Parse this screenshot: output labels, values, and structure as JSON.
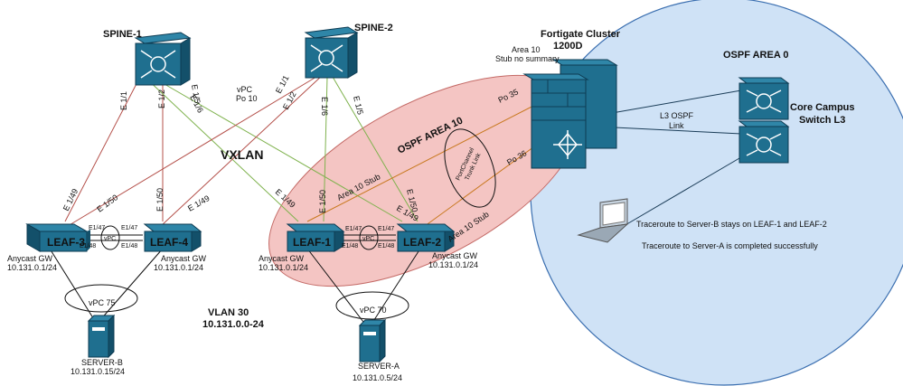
{
  "colors": {
    "device_fill": "#1f6f8f",
    "device_dark": "#13506a",
    "device_top": "#2f86a8",
    "link_red": "#b4504a",
    "link_green": "#7fb24e",
    "link_orange": "#c8781e",
    "area0_fill": "#cfe2f6",
    "area10_fill": "#f4c5c3",
    "area_stroke": "#3b6fb0"
  },
  "devices": {
    "spine1": "SPINE-1",
    "spine2": "SPINE-2",
    "leaf1": "LEAF-1",
    "leaf2": "LEAF-2",
    "leaf3": "LEAF-3",
    "leaf4": "LEAF-4",
    "fortigate_title": "Fortigate Cluster",
    "fortigate_model": "1200D",
    "core_line1": "Core Campus",
    "core_line2": "Switch L3",
    "server_a": "SERVER-A",
    "server_a_ip": "10.131.0.5/24",
    "server_b": "SERVER-B",
    "server_b_ip": "10.131.0.15/24"
  },
  "areas": {
    "area0": "OSPF  AREA 0",
    "area10": "OSPF AREA 10",
    "area10_note1": "Area 10",
    "area10_note2": "Stub no summary",
    "stub_left": "Area 10 Stub",
    "stub_right": "Area 10 Stub"
  },
  "labels": {
    "vxlan": "VXLAN",
    "vlan": "VLAN 30",
    "vlan_range": "10.131.0.0-24",
    "vpc_po10_1": "vPC",
    "vpc_po10_2": "Po 10",
    "vpc70": "vPC 70",
    "vpc75": "vPC 75",
    "vpc_small": "vPC",
    "po35": "Po 35",
    "po36": "Po 36",
    "portchannel1": "PortChannel",
    "portchannel2": "Trunk Link",
    "l3_link1": "L3 OSPF",
    "l3_link2": "Link",
    "anycast_gw": "Anycast GW",
    "gw_ip": "10.131.0.1/24",
    "trace_b": "Traceroute to Server-B stays on LEAF-1 and LEAF-2",
    "trace_a": "Traceroute to Server-A is completed successfully"
  },
  "ports": {
    "e11": "E 1/1",
    "e12": "E 1/2",
    "e15": "E 1/5",
    "e16": "E 1/6",
    "e149": "E 1/49",
    "e150": "E 1/50",
    "e147s": "E1/47",
    "e148s": "E1/48"
  }
}
